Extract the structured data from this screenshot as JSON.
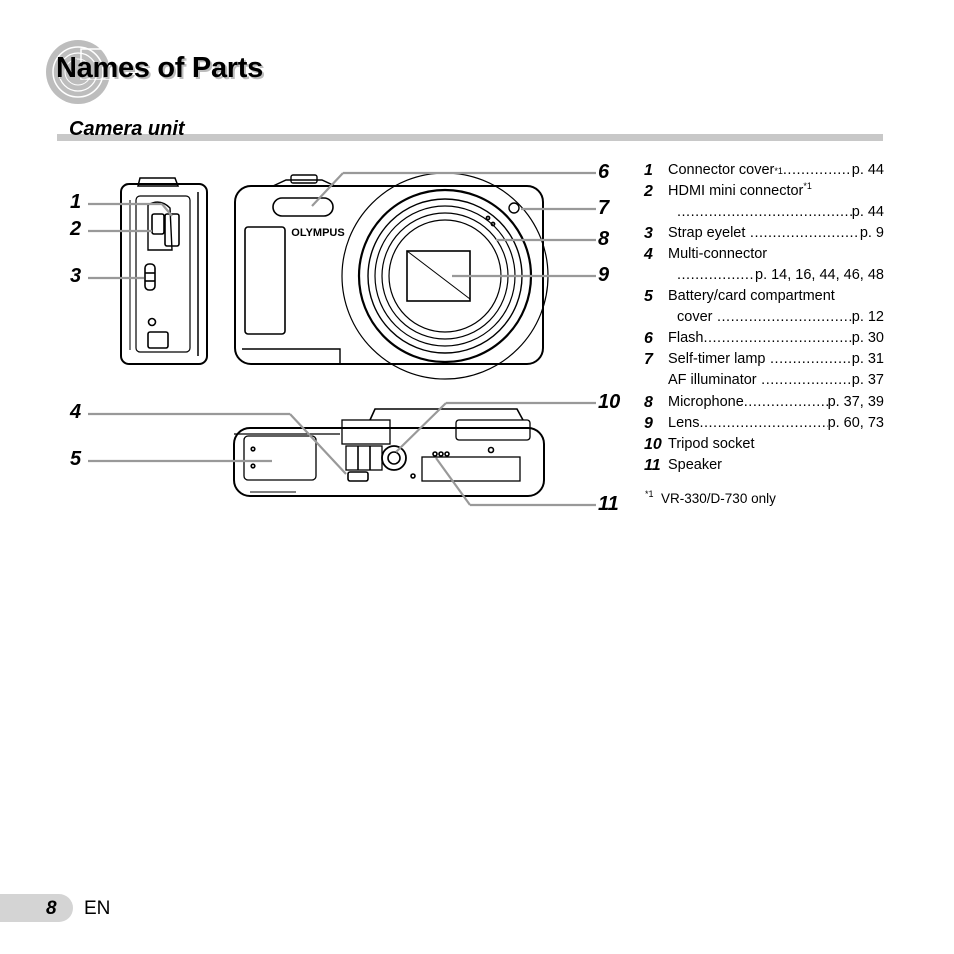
{
  "page": {
    "title": "Names of Parts",
    "section": "Camera unit",
    "page_number": "8",
    "language": "EN"
  },
  "callouts": [
    "1",
    "2",
    "3",
    "4",
    "5",
    "6",
    "7",
    "8",
    "9",
    "10",
    "11"
  ],
  "camera_brand": "OLYMPUS",
  "parts": [
    {
      "num": "1",
      "label": "Connector cover",
      "sup": "*1",
      "ref": "p. 44"
    },
    {
      "num": "2",
      "label": "HDMI mini connector",
      "sup": "*1",
      "ref": "p. 44"
    },
    {
      "num": "3",
      "label": "Strap eyelet",
      "ref": "p. 9"
    },
    {
      "num": "4",
      "label": "Multi-connector",
      "ref": "p. 14, 16, 44, 46, 48"
    },
    {
      "num": "5",
      "label": "Battery/card compartment",
      "label2": "cover",
      "ref": "p. 12"
    },
    {
      "num": "6",
      "label": "Flash",
      "ref": "p. 30"
    },
    {
      "num": "7",
      "label": "Self-timer lamp",
      "ref": "p. 31"
    },
    {
      "num": "",
      "label": "AF illuminator",
      "ref": "p. 37"
    },
    {
      "num": "8",
      "label": "Microphone",
      "ref": "p. 37, 39"
    },
    {
      "num": "9",
      "label": "Lens",
      "ref": "p. 60, 73"
    },
    {
      "num": "10",
      "label": "Tripod socket"
    },
    {
      "num": "11",
      "label": "Speaker"
    }
  ],
  "footnote": {
    "mark": "*1",
    "text": "VR-330/D-730 only"
  },
  "colors": {
    "rule": "#c8c8c8",
    "tab": "#d4d4d4",
    "leader_line": "#999999"
  }
}
